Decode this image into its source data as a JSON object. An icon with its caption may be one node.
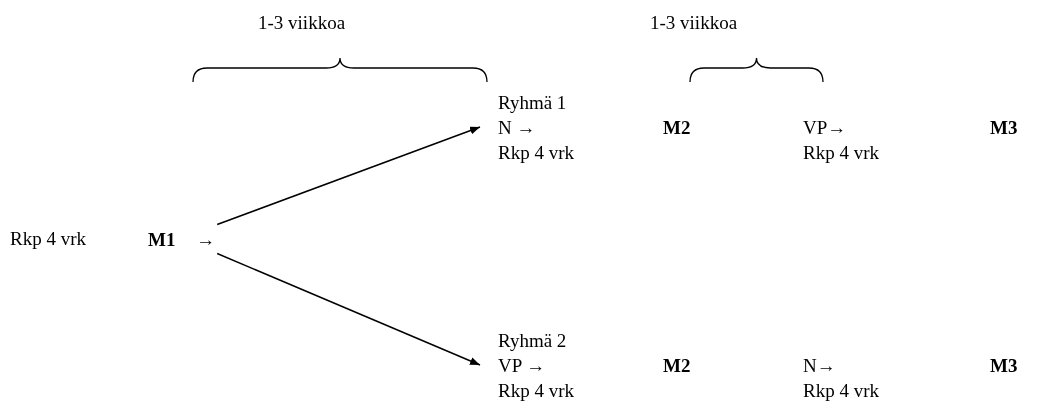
{
  "diagram": {
    "nodes": [
      {
        "text": [
          "**M1** →"
        ]
      },
      {
        "text": [
          "Ryhmä 1",
          "N →",
          "Rkp 4 vrk"
        ]
      },
      {
        "text": [
          "Ryhmä 2",
          "VP →",
          "Rkp 4 vrk"
        ]
      }
    ],
    "edges": [
      {
        "from": 0,
        "to": 1,
        "arrow": "to"
      },
      {
        "from": 0,
        "to": 2,
        "arrow": "to"
      }
    ],
    "labels": [
      "1-3 viikkoa",
      "1-3 viikkoa",
      "M2",
      "VP→",
      "M3",
      "Rkp 4 vrk",
      "Rkp 4 vrk",
      "M2",
      "N→",
      "M3",
      "Rkp 4 vrk"
    ]
  }
}
